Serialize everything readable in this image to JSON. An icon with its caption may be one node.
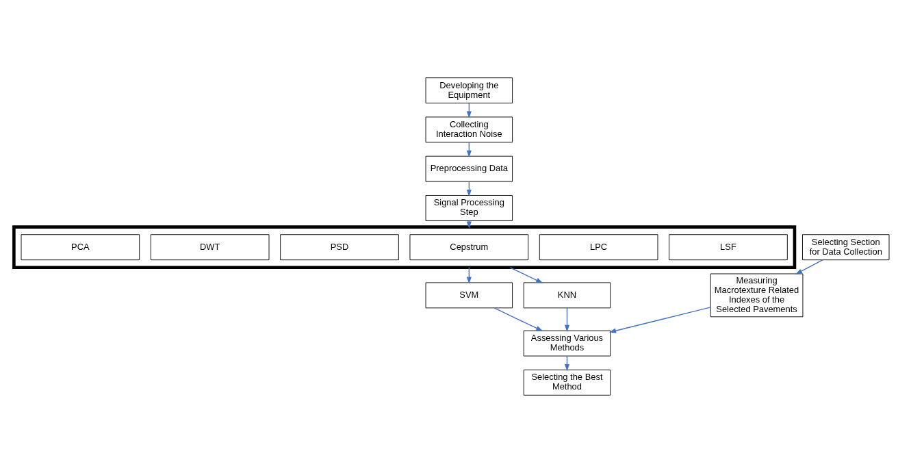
{
  "diagram": {
    "nodes": [
      {
        "text": [
          "Developing the Equipment"
        ]
      },
      {
        "text": [
          "Collecting Interaction Noise"
        ]
      },
      {
        "text": [
          "Preprocessing Data"
        ]
      },
      {
        "text": [
          "Signal Processing Step"
        ]
      },
      {
        "text": [],
        "shape": "box"
      },
      {
        "text": [
          "PCA"
        ],
        "in": 4
      },
      {
        "text": [
          "DWT"
        ],
        "in": 4
      },
      {
        "text": [
          "PSD"
        ],
        "in": 4
      },
      {
        "text": [
          "Cepstrum"
        ],
        "in": 4
      },
      {
        "text": [
          "LPC"
        ],
        "in": 4
      },
      {
        "text": [
          "LSF"
        ],
        "in": 4
      },
      {
        "text": [
          "SVM"
        ]
      },
      {
        "text": [
          "KNN"
        ]
      },
      {
        "text": [
          "Assessing Various Methods"
        ]
      },
      {
        "text": [
          "Selecting the Best Method"
        ]
      },
      {
        "text": [
          "Selecting Section for Data Collection"
        ]
      },
      {
        "text": [
          "Measuring Macrotexture Related Indexes of the Selected Pavements"
        ]
      }
    ],
    "edges": [
      {
        "from": 0,
        "to": 1,
        "arrow": "to"
      },
      {
        "from": 1,
        "to": 2,
        "arrow": "to"
      },
      {
        "from": 2,
        "to": 3,
        "arrow": "to"
      },
      {
        "from": 3,
        "to": 4,
        "arrow": "to"
      },
      {
        "from": 4,
        "to": 11,
        "arrow": "to"
      },
      {
        "from": 4,
        "to": 12,
        "arrow": "to"
      },
      {
        "from": 11,
        "to": 13,
        "arrow": "to"
      },
      {
        "from": 12,
        "to": 13,
        "arrow": "to"
      },
      {
        "from": 15,
        "to": 16,
        "arrow": "to"
      },
      {
        "from": 16,
        "to": 13,
        "arrow": "to"
      },
      {
        "from": 13,
        "to": 14,
        "arrow": "to"
      }
    ]
  }
}
